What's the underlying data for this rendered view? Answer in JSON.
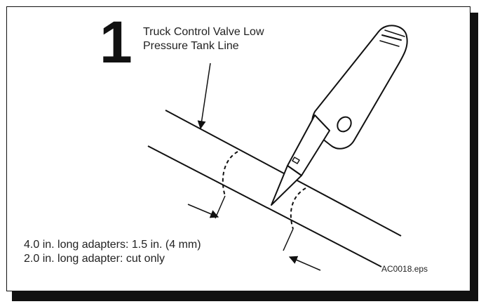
{
  "step_number": "1",
  "callout": {
    "line1": "Truck Control Valve Low",
    "line2": "Pressure Tank Line"
  },
  "notes": {
    "line1": "4.0 in. long adapters: 1.5 in. (4 mm)",
    "line2": "2.0 in. long adapter: cut only"
  },
  "file_reference": "AC0018.eps",
  "colors": {
    "ink": "#111111",
    "background": "#ffffff"
  },
  "icons": [
    "utility-knife-icon",
    "tube-illustration",
    "dimension-arrow-icon"
  ]
}
